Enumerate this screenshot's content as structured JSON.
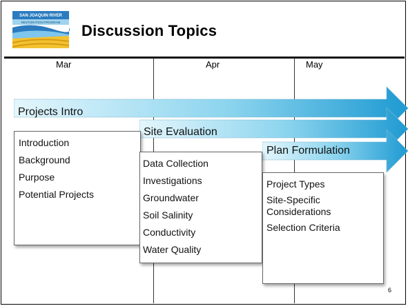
{
  "slide": {
    "title": "Discussion Topics",
    "page_number": "6"
  },
  "logo": {
    "top_text": "SAN JOAQUIN RIVER",
    "sub_text": "RESTORATION PROGRAM",
    "colors": {
      "blue": "#2b7bbf",
      "yellow": "#f2c230",
      "sky": "#9fd3ef"
    }
  },
  "timeline": {
    "months": [
      "Mar",
      "Apr",
      "May"
    ]
  },
  "phases": [
    {
      "label": "Projects Intro",
      "items": [
        "Introduction",
        "Background",
        "Purpose",
        "Potential Projects"
      ]
    },
    {
      "label": "Site Evaluation",
      "items": [
        "Data Collection",
        "Investigations",
        "Groundwater",
        "Soil Salinity",
        "Conductivity",
        "Water Quality"
      ]
    },
    {
      "label": "Plan Formulation",
      "items": [
        "Project Types",
        "Site-Specific Considerations",
        "Selection Criteria"
      ]
    }
  ],
  "colors": {
    "arrow_light": "#d9f3fb",
    "arrow_mid": "#7fd0ec",
    "arrow_dark": "#1e9ad2"
  }
}
